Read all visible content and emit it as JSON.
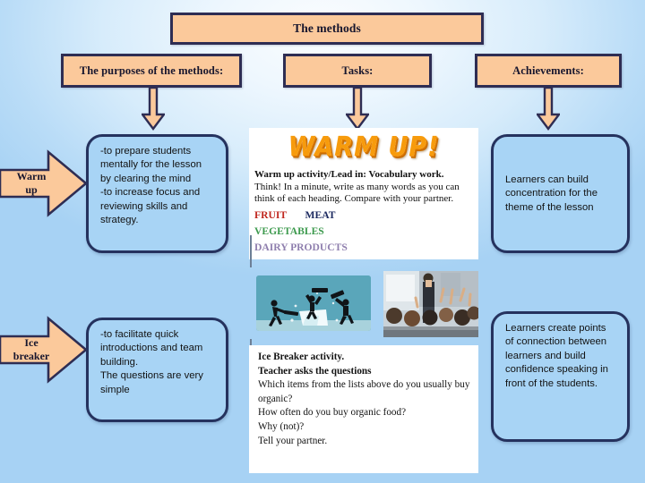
{
  "slide": {
    "title": "The methods",
    "background_colors": {
      "center": "#fbfdff",
      "edge": "#a7d2f4"
    },
    "accent_peach": "#fbc99b",
    "accent_border": "#2e2d53",
    "accent_blue": "#a8d4f5",
    "blue_border": "#25325e"
  },
  "headers": {
    "purposes": "The purposes of the methods:",
    "tasks": "Tasks:",
    "achievements": "Achievements:"
  },
  "methods": [
    {
      "name": "Warm up",
      "label_line1": "Warm",
      "label_line2": "up",
      "purpose_lines": [
        "-to prepare students mentally for the lesson by clearing the mind",
        "-to increase  focus and reviewing skills and strategy."
      ],
      "achievement": "Learners can build concentration for the theme of the lesson"
    },
    {
      "name": "Ice breaker",
      "label_line1": "Ice",
      "label_line2": "breaker",
      "purpose_lines": [
        "-to facilitate quick introductions and team building.",
        "The questions are very simple"
      ],
      "achievement": "Learners create points of connection between learners and build confidence speaking  in front of the students."
    }
  ],
  "tasks": {
    "warmup_wordart": "WARM UP!",
    "vocabulary": {
      "heading_bold": "Warm up activity/Lead in: Vocabulary work.",
      "body": "Think! In a minute, write as many words as you can think of each heading. Compare with your partner.",
      "categories": [
        {
          "label": "FRUIT",
          "color": "#c0271f"
        },
        {
          "label": "MEAT",
          "color": "#1c2a60"
        },
        {
          "label": "VEGETABLES",
          "color": "#3d9a4e"
        },
        {
          "label": "DAIRY PRODUCTS",
          "color": "#8f7fae"
        }
      ]
    },
    "images": [
      {
        "name": "ice-breaking-illustration",
        "alt": "Silhouettes breaking a block of ice with sledgehammers on a teal background"
      },
      {
        "name": "classroom-photo",
        "alt": "Photo of a classroom with students raising their hands"
      }
    ],
    "ice_breaker": {
      "line1_bold": "Ice Breaker activity.",
      "line2_bold": "Teacher asks the questions",
      "questions": [
        "Which items from the lists above do you usually buy organic?",
        "How often do you buy organic food?",
        "Why (not)?",
        "Tell your partner."
      ]
    }
  },
  "icons": {
    "down_arrow": "down-arrow",
    "right_arrow": "right-arrow"
  }
}
